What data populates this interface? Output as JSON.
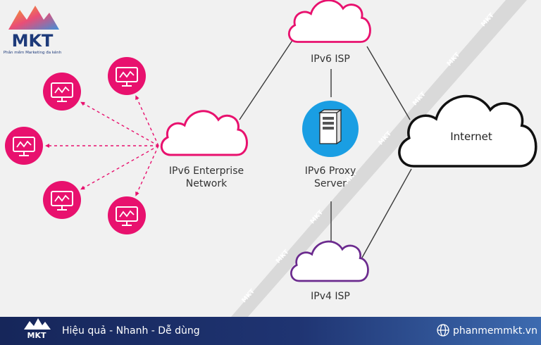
{
  "brand": {
    "logo_text": "MKT",
    "tagline": "Phần mềm Marketing đa kênh",
    "footer_logo_text": "MKT"
  },
  "diagram": {
    "enterprise_label_1": "IPv6 Enterprise",
    "enterprise_label_2": "Network",
    "isp6_label": "IPv6 ISP",
    "proxy_label_1": "IPv6 Proxy",
    "proxy_label_2": "Server",
    "isp4_label": "IPv4 ISP",
    "internet_label": "Internet",
    "device_count": 6
  },
  "watermark": {
    "text": "MKT"
  },
  "footer": {
    "slogan": "Hiệu quả - Nhanh - Dễ dùng",
    "website": "phanmemmkt.vn"
  },
  "colors": {
    "magenta": "#e8116e",
    "purple": "#6b2a8e",
    "blue": "#1a9ee3",
    "footer_bg": "#1d2f6b",
    "line": "#3a3a3a"
  }
}
